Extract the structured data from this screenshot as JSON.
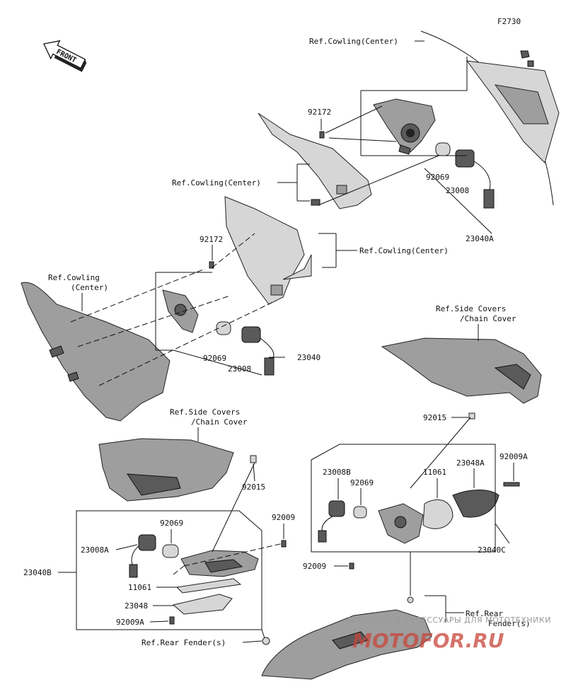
{
  "diagram_code": "F2730",
  "front_arrow_label": "FRONT",
  "labels": {
    "ref_cowling_center_top": "Ref.Cowling(Center)",
    "p92172_top": "92172",
    "p92069_top": "92069",
    "p23008_top": "23008",
    "ref_cowling_center_mid": "Ref.Cowling(Center)",
    "p23040a": "23040A",
    "p92172_mid": "92172",
    "ref_cowling_center_right": "Ref.Cowling(Center)",
    "ref_cowling_left_line1": "Ref.Cowling",
    "ref_cowling_left_line2": "(Center)",
    "p92069_mid": "92069",
    "p23008_mid": "23008",
    "p23040": "23040",
    "ref_side_covers_right_line1": "Ref.Side Covers",
    "ref_side_covers_right_line2": "/Chain Cover",
    "p92015_right": "92015",
    "p23008b": "23008B",
    "p92069_right": "92069",
    "p11061_right": "11061",
    "p23048a": "23048A",
    "p92009a_right": "92009A",
    "p23040c": "23040C",
    "p92009_right": "92009",
    "ref_side_covers_left_line1": "Ref.Side Covers",
    "ref_side_covers_left_line2": "/Chain Cover",
    "p92015_left": "92015",
    "p92069_left": "92069",
    "p92009_left": "92009",
    "p23008a": "23008A",
    "p23040b": "23040B",
    "p11061_left": "11061",
    "p23048": "23048",
    "p92009a_left": "92009A",
    "ref_rear_fender_left": "Ref.Rear Fender(s)",
    "ref_rear_fender_right_line1": "Ref.Rear",
    "ref_rear_fender_right_line2": "Fender(s)"
  },
  "watermark": {
    "text": "ЗАПЧАСТИ И АКСЕССУАРЫ ДЛЯ МОТОТЕХНИКИ",
    "logo": "MOTOFOR.RU"
  }
}
